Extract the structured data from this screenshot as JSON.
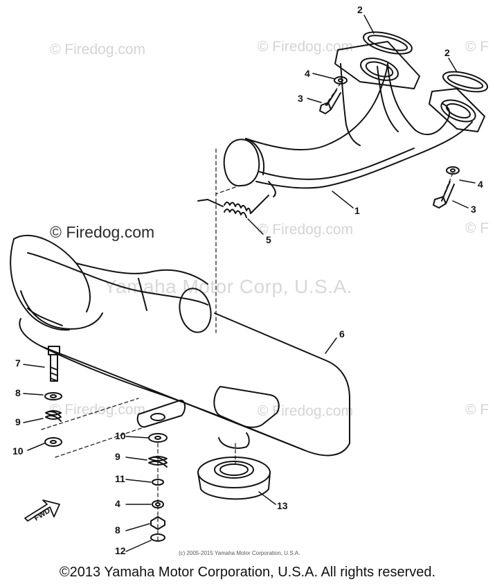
{
  "watermarks": {
    "firedog": "© Firedog.com",
    "firedog_short": "© F",
    "yamaha_center": "Yamaha Motor Corp, U.S.A."
  },
  "callouts": [
    "1",
    "2",
    "2",
    "3",
    "3",
    "4",
    "4",
    "5",
    "6",
    "7",
    "8",
    "9",
    "10",
    "10",
    "9",
    "11",
    "4",
    "8",
    "12",
    "13"
  ],
  "fwd_label": "FWD",
  "small_copyright": "(c) 2005-2015 Yamaha Motor Corporation, U.S.A.",
  "footer": "©2013 Yamaha Motor Corporation, U.S.A. All rights reserved.",
  "colors": {
    "line": "#111111",
    "watermark": "#d4d4d4",
    "background": "#ffffff"
  }
}
